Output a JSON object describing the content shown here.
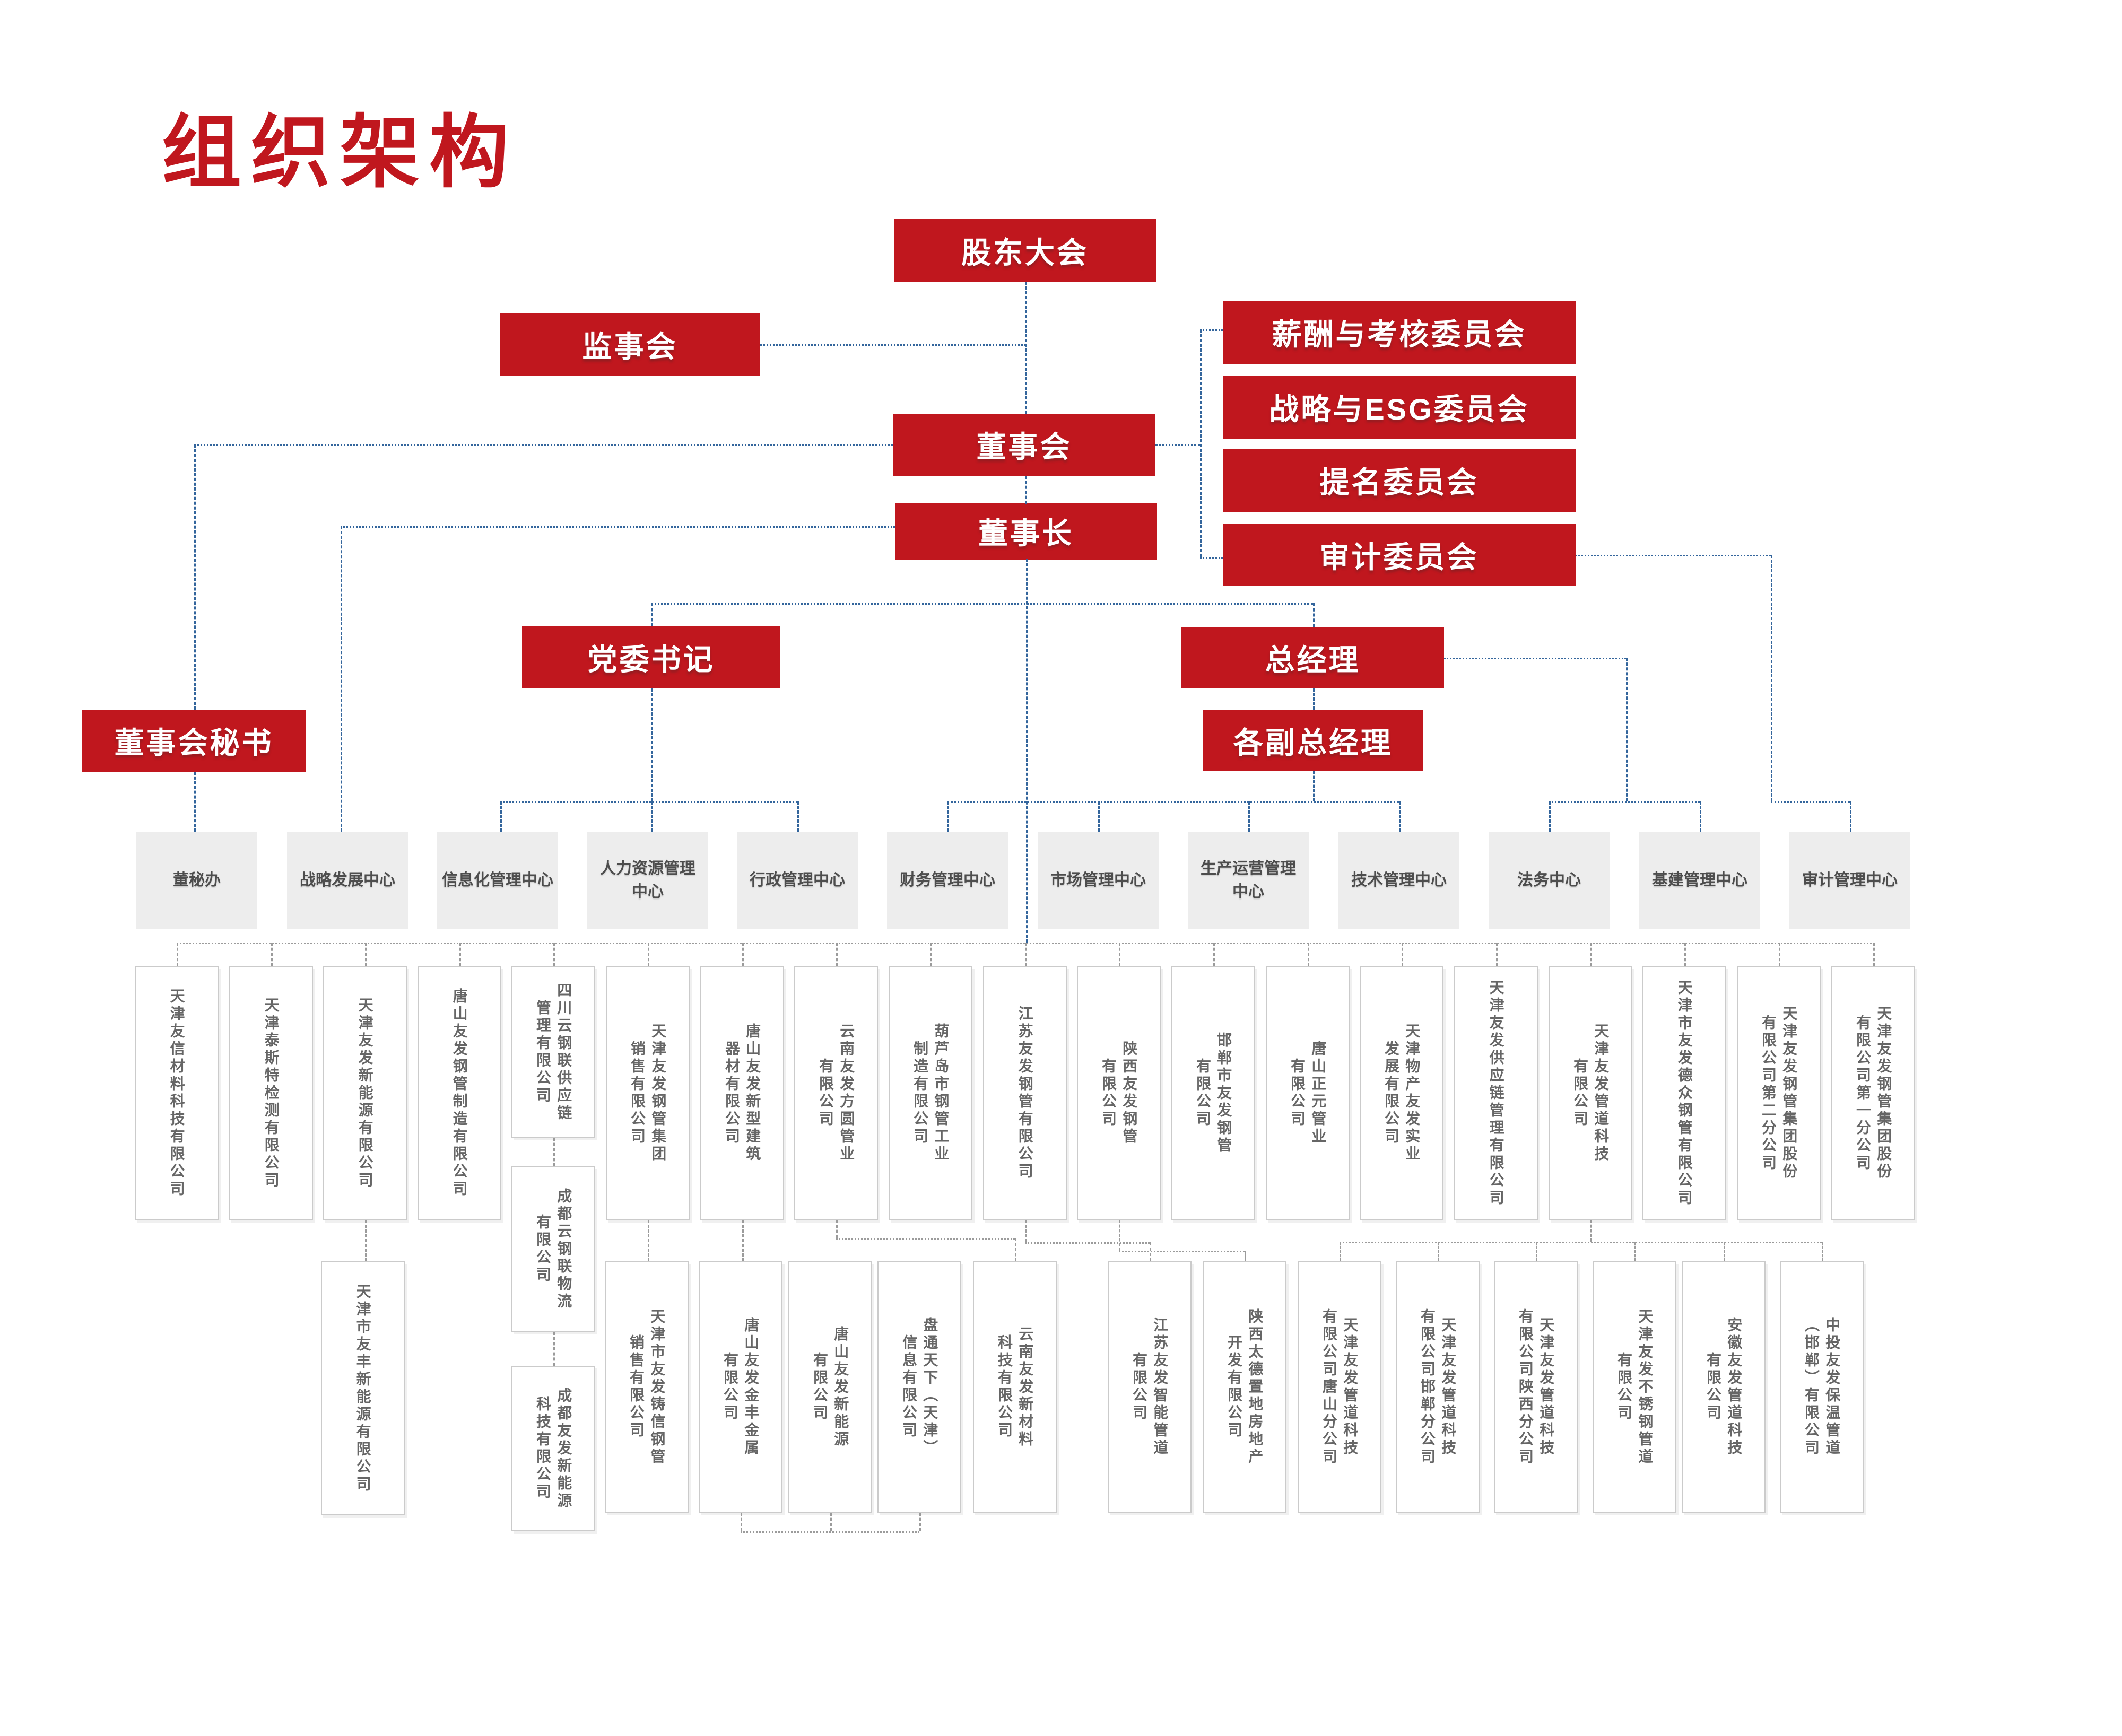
{
  "title": "组织架构",
  "colors": {
    "primary_red": "#c0171e",
    "line_blue": "#33659c",
    "line_gray": "#9b9b9b",
    "dept_bg": "#ededed",
    "sub_border": "#cbcbcb"
  },
  "governance": {
    "shareholders": "股东大会",
    "supervisory": "监事会",
    "board": "董事会",
    "chairman": "董事长",
    "party_secretary": "党委书记",
    "gm": "总经理",
    "board_secretary": "董事会秘书",
    "deputy_gms": "各副总经理"
  },
  "committees": [
    "薪酬与考核委员会",
    "战略与ESG委员会",
    "提名委员会",
    "审计委员会"
  ],
  "departments": [
    "董秘办",
    "战略发展中心",
    "信息化管理中心",
    "人力资源管理\n中心",
    "行政管理中心",
    "财务管理中心",
    "市场管理中心",
    "生产运营管理\n中心",
    "技术管理中心",
    "法务中心",
    "基建管理中心",
    "审计管理中心"
  ],
  "row1": [
    "天津友信材料科技有限公司",
    "天津泰斯特检测有限公司",
    "天津友发新能源有限公司",
    "唐山友发钢管制造有限公司",
    "四川云钢联供应链\n管理有限公司",
    "天津友发钢管集团\n销售有限公司",
    "唐山友发新型建筑\n器材有限公司",
    "云南友发方圆管业\n有限公司",
    "葫芦岛市钢管工业\n制造有限公司",
    "江苏友发钢管有限公司",
    "陕西友发钢管\n有限公司",
    "邯郸市友发钢管\n有限公司",
    "唐山正元管业\n有限公司",
    "天津物产友发实业\n发展有限公司",
    "天津友发供应链管理有限公司",
    "天津友发管道科技\n有限公司",
    "天津市友发德众钢管有限公司",
    "天津友发钢管集团股份\n有限公司第二分公司",
    "天津友发钢管集团股份\n有限公司第一分公司"
  ],
  "row1_chain": [
    "成都云钢联物流\n有限公司",
    "成都友发新能源\n科技有限公司"
  ],
  "row2": [
    "天津市友丰新能源有限公司",
    "天津市友发铸信钢管\n销售有限公司",
    "唐山友发金丰金属\n有限公司",
    "唐山友发新能源\n有限公司",
    "盘通天下（天津）\n信息有限公司",
    "云南友发新材料\n科技有限公司",
    "江苏友发智能管道\n有限公司",
    "陕西太德置地房地产\n开发有限公司",
    "天津友发管道科技\n有限公司唐山分公司",
    "天津友发管道科技\n有限公司邯郸分公司",
    "天津友发管道科技\n有限公司陕西分公司",
    "天津友发不锈钢管道\n有限公司",
    "安徽友发管道科技\n有限公司",
    "中投友发保温管道\n（邯郸）有限公司"
  ]
}
